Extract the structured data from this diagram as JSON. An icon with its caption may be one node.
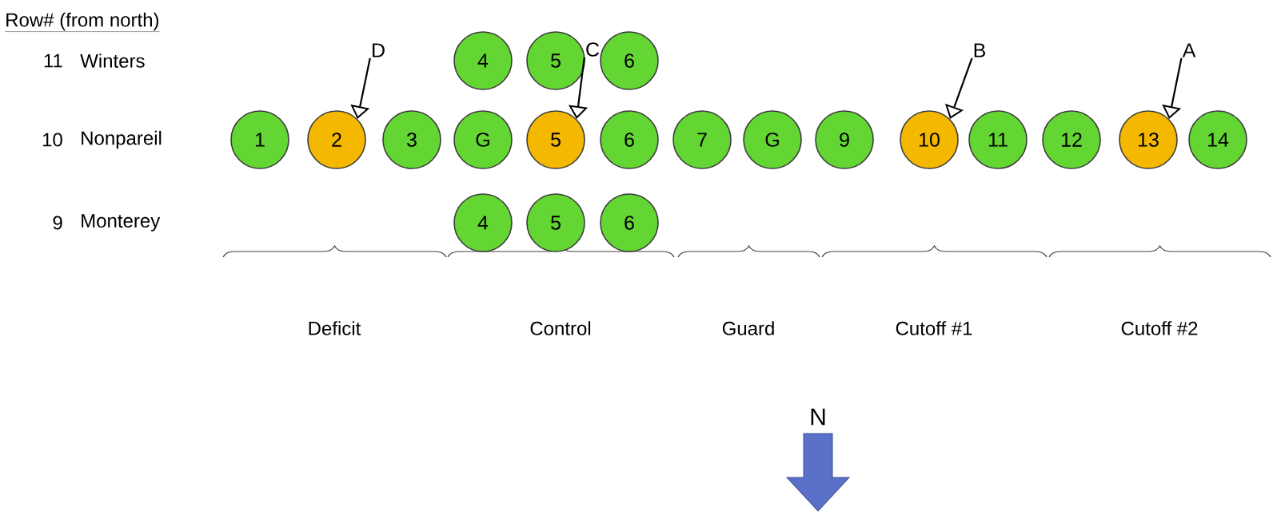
{
  "diagram": {
    "nodes": [
      {
        "text": [
          "4"
        ]
      },
      {
        "text": [
          "5"
        ]
      },
      {
        "text": [
          "6"
        ]
      },
      {
        "text": [
          "1"
        ]
      },
      {
        "text": [
          "2"
        ]
      },
      {
        "text": [
          "3"
        ]
      },
      {
        "text": [
          "G"
        ]
      },
      {
        "text": [
          "5"
        ]
      },
      {
        "text": [
          "6"
        ]
      },
      {
        "text": [
          "7"
        ]
      },
      {
        "text": [
          "G"
        ]
      },
      {
        "text": [
          "9"
        ]
      },
      {
        "text": [
          "10"
        ]
      },
      {
        "text": [
          "11"
        ]
      },
      {
        "text": [
          "12"
        ]
      },
      {
        "text": [
          "13"
        ]
      },
      {
        "text": [
          "14"
        ]
      },
      {
        "text": [
          "4"
        ]
      },
      {
        "text": [
          "5"
        ]
      },
      {
        "text": [
          "6"
        ]
      },
      {
        "text": [
          "D"
        ]
      },
      {
        "text": [
          "C"
        ]
      },
      {
        "text": [
          "B"
        ]
      },
      {
        "text": [
          "A"
        ]
      }
    ],
    "edges": [
      {
        "from": 20,
        "to": 4,
        "arrow": "to"
      },
      {
        "from": 21,
        "to": 7,
        "arrow": "to"
      },
      {
        "from": 22,
        "to": 12,
        "arrow": "to"
      },
      {
        "from": 23,
        "to": 15,
        "arrow": "to"
      }
    ],
    "labels": [
      "Row# (from north)",
      "11",
      "Winters",
      "10",
      "Nonpareil",
      "9",
      "Monterey",
      "Deficit",
      "Control",
      "Guard",
      "Cutoff #1",
      "Cutoff #2",
      "N"
    ]
  }
}
